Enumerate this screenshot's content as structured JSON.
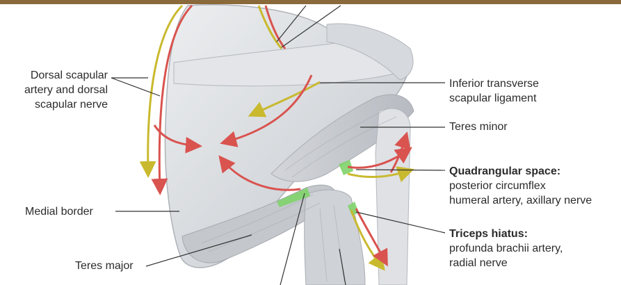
{
  "colors": {
    "background": "#ffffff",
    "artery_red": "#d9534f",
    "nerve_yellow": "#c9b92e",
    "bone": "#d9dce0",
    "muscle": "#c8cbd0",
    "highlight_green": "#7fd36a",
    "leader_line": "#333333"
  },
  "labels": {
    "dorsal_scapular": [
      "Dorsal scapular",
      "artery and dorsal",
      "scapular nerve"
    ],
    "medial_border": "Medial border",
    "teres_major": "Teres major",
    "inferior_transverse": [
      "Inferior transverse",
      "scapular ligament"
    ],
    "teres_minor": "Teres minor",
    "quadrangular_title": "Quadrangular space:",
    "quadrangular_lines": [
      "posterior circumflex",
      "humeral artery, axillary nerve"
    ],
    "triceps_title": "Triceps hiatus:",
    "triceps_lines": [
      "profunda brachii artery,",
      "radial nerve"
    ]
  }
}
